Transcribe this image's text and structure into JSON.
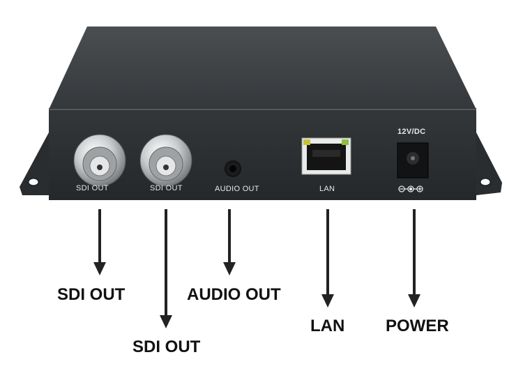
{
  "device": {
    "rear_panel_labels": {
      "sdi_out_1": "SDI  OUT",
      "sdi_out_2": "SDI  OUT",
      "audio_out": "AUDIO  OUT",
      "lan": "LAN",
      "power_rating": "12V/DC"
    },
    "colors": {
      "chassis_top": "#3b3f42",
      "chassis_front": "#2c3033",
      "panel_text": "#e8e8e8"
    }
  },
  "callouts": {
    "sdi_out_1": "SDI OUT",
    "sdi_out_2": "SDI OUT",
    "audio_out": "AUDIO OUT",
    "lan": "LAN",
    "power": "POWER"
  }
}
